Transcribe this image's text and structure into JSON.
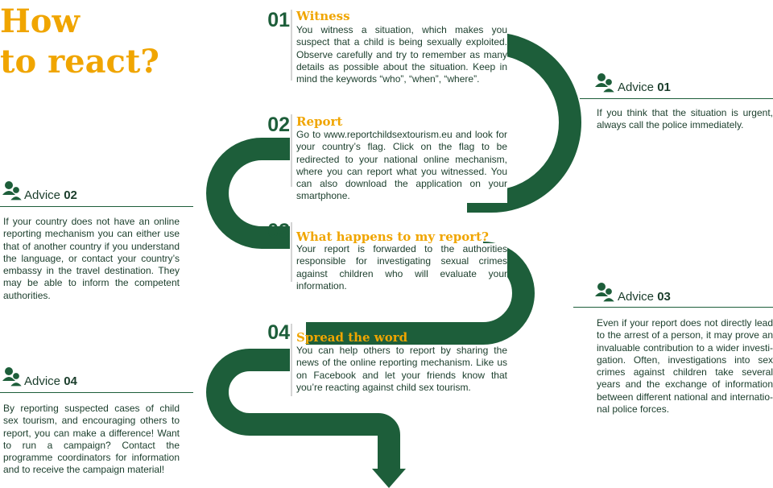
{
  "title": {
    "line1": "How",
    "line2": "to react?"
  },
  "colors": {
    "road": "#1d5e3a",
    "accent": "#f0a500",
    "text": "#1a3d2b"
  },
  "steps": [
    {
      "num": "01",
      "title": "Witness",
      "text": "You witness a situation, which makes you suspect that a child is being sexually exploited. Observe carefully and try to remember as many details as possible about the situation. Keep in mind the keywords “who”, “when”, “where”."
    },
    {
      "num": "02",
      "title": "Report",
      "text": "Go to www.reportchildsextourism.eu and look for your country’s flag. Click on the flag to be redirec­ted to your national online mechanism, where you can report what you witnessed. You can also download the application on your smartphone."
    },
    {
      "num": "03",
      "title": "What happens to my report?",
      "text": "Your report is forwarded to the authorities respon­sible for investigating sexual crimes against children who will evaluate your information."
    },
    {
      "num": "04",
      "title": "Spread the word",
      "text": "You can help others to report by sharing the news of the online reporting mechanism. Like us on Facebook and let your friends know that you’re reacting against child sex tourism."
    }
  ],
  "advice": [
    {
      "label": "Advice",
      "num": "01",
      "icon": "people-icon",
      "text": "If you think that the situation is urgent, always call the police immediately."
    },
    {
      "label": "Advice",
      "num": "02",
      "icon": "people-icon",
      "text": "If your country does not have an online reporting mechanism you can either use that of another country if you understand the language, or contact your country’s embassy in the travel destination. They may be able to inform the competent authorities."
    },
    {
      "label": "Advice",
      "num": "03",
      "icon": "people-icon",
      "text": "Even if your report does not directly lead to the arrest of a person, it may prove an invaluable contribution to a wider investi­gation. Often, investigations into sex crimes against children take several years and the exchange of information between different national and internatio­nal police forces."
    },
    {
      "label": "Advice",
      "num": "04",
      "icon": "people-icon",
      "text": "By reporting suspected cases of child sex tourism, and encouraging others to report, you can make a difference! Want to run a campaign? Contact the programme coordi­nators for information and to receive the campaign material!"
    }
  ]
}
